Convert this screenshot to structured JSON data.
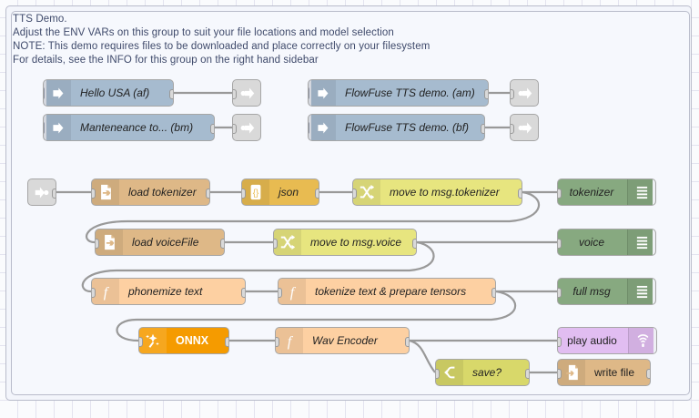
{
  "editor": {
    "app": "Node-RED flow editor",
    "grid_size": 20
  },
  "group": {
    "title_lines": [
      "TTS Demo.",
      "Adjust the ENV VARs on this group to suit your file locations and model selection",
      "NOTE: This demo requires files to be downloaded and place correctly on your filesystem",
      "For details, see the INFO for this group on the right hand sidebar"
    ]
  },
  "colors": {
    "inject": "#a6bbcf",
    "link": "#d9d9d9",
    "file": "#deb887",
    "json": "#e8bb51",
    "change": "#e7e57f",
    "switch": "#d8d86a",
    "function": "#fdd0a2",
    "debug": "#87a980",
    "audio": "#e1bdf1",
    "onnx": "#f59b00",
    "wire": "#999999",
    "canvas": "#fafbfd",
    "grid": "#e3e3ef",
    "group_border": "#b9bccb"
  },
  "nodes": {
    "inject_hello_usa": {
      "label": "Hello USA (af)",
      "type": "inject",
      "icon": "inject-arrow-icon"
    },
    "inject_maintenance": {
      "label": "Manteneance to... (bm)",
      "type": "inject",
      "icon": "inject-arrow-icon"
    },
    "inject_flowfuse_am": {
      "label": "FlowFuse TTS demo. (am)",
      "type": "inject",
      "icon": "inject-arrow-icon"
    },
    "inject_flowfuse_bf": {
      "label": "FlowFuse TTS demo. (bf)",
      "type": "inject",
      "icon": "inject-arrow-icon"
    },
    "link_out_1": {
      "label": "",
      "type": "link-out",
      "icon": "link-out-icon"
    },
    "link_out_2": {
      "label": "",
      "type": "link-out",
      "icon": "link-out-icon"
    },
    "link_out_3": {
      "label": "",
      "type": "link-out",
      "icon": "link-out-icon"
    },
    "link_out_4": {
      "label": "",
      "type": "link-out",
      "icon": "link-out-icon"
    },
    "link_in_1": {
      "label": "",
      "type": "link-in",
      "icon": "link-in-icon"
    },
    "load_tokenizer": {
      "label": "load tokenizer",
      "type": "file-in",
      "icon": "file-in-icon"
    },
    "json": {
      "label": "json",
      "type": "json",
      "icon": "json-braces-icon"
    },
    "move_to_msg_tokenizer": {
      "label": "move to msg.tokenizer",
      "type": "change",
      "icon": "change-shuffle-icon"
    },
    "debug_tokenizer": {
      "label": "tokenizer",
      "type": "debug",
      "icon": "debug-bars-icon"
    },
    "load_voicefile": {
      "label": "load voiceFile",
      "type": "file-in",
      "icon": "file-in-icon"
    },
    "move_to_msg_voice": {
      "label": "move to msg.voice",
      "type": "change",
      "icon": "change-shuffle-icon"
    },
    "debug_voice": {
      "label": "voice",
      "type": "debug",
      "icon": "debug-bars-icon"
    },
    "phonemize_text": {
      "label": "phonemize text",
      "type": "function",
      "icon": "function-f-icon"
    },
    "tokenize_prepare": {
      "label": "tokenize text & prepare tensors",
      "type": "function",
      "icon": "function-f-icon"
    },
    "debug_full_msg": {
      "label": "full msg",
      "type": "debug",
      "icon": "debug-bars-icon"
    },
    "onnx": {
      "label": "ONNX",
      "type": "onnx",
      "icon": "sparkle-wand-icon"
    },
    "wav_encoder": {
      "label": "Wav Encoder",
      "type": "function",
      "icon": "function-f-icon"
    },
    "play_audio": {
      "label": "play audio",
      "type": "audio",
      "icon": "speaker-waves-icon"
    },
    "save_switch": {
      "label": "save?",
      "type": "switch",
      "icon": "switch-branch-icon"
    },
    "write_file": {
      "label": "write file",
      "type": "file-out",
      "icon": "file-out-icon"
    }
  }
}
